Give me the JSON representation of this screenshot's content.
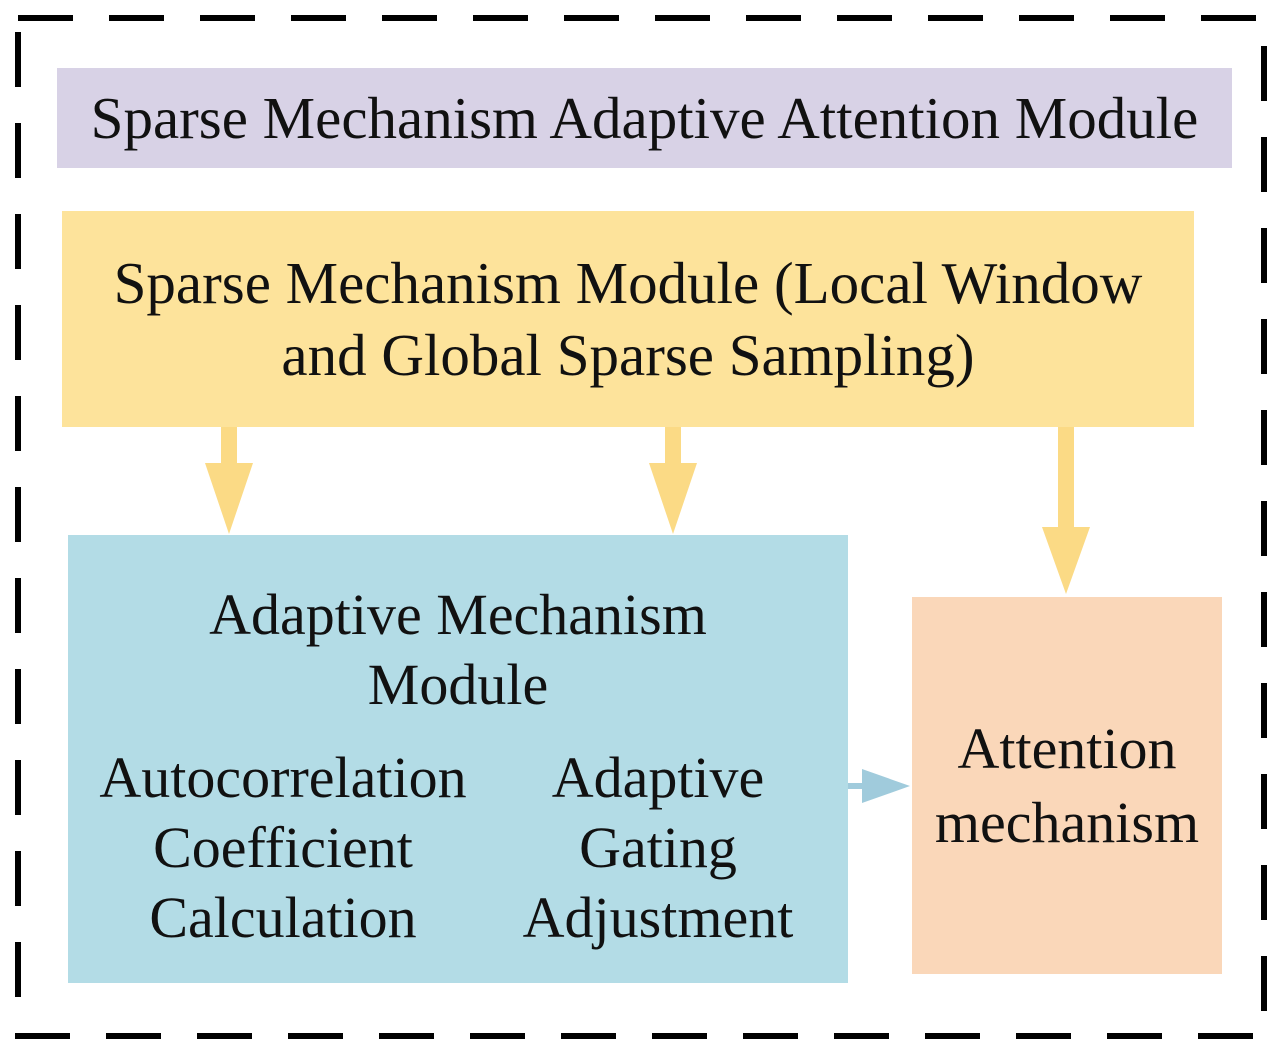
{
  "colors": {
    "header_bg": "#D8D2E6",
    "sparse_bg": "#FDE39B",
    "adaptive_bg": "#B3DCE6",
    "attention_bg": "#FAD7B9",
    "arrow_yellow": "#FBDA85",
    "arrow_blue": "#A0CBDC",
    "border": "#000000",
    "text": "#111111"
  },
  "header": {
    "title": "Sparse Mechanism Adaptive Attention Module"
  },
  "sparse_module": {
    "label": "Sparse Mechanism Module (Local Window and Global Sparse Sampling)",
    "lines": [
      "Sparse Mechanism Module (Local Window",
      "and Global Sparse Sampling)"
    ]
  },
  "adaptive_module": {
    "label": "Adaptive Mechanism Module",
    "title_lines": [
      "Adaptive Mechanism",
      "Module"
    ],
    "sub_blocks": [
      {
        "label": "Autocorrelation Coefficient Calculation",
        "lines": [
          "Autocorrelation",
          "Coefficient",
          "Calculation"
        ]
      },
      {
        "label": "Adaptive Gating Adjustment",
        "lines": [
          "Adaptive",
          "Gating",
          "Adjustment"
        ]
      }
    ]
  },
  "attention_module": {
    "label": "Attention mechanism",
    "lines": [
      "Attention",
      "mechanism"
    ]
  }
}
